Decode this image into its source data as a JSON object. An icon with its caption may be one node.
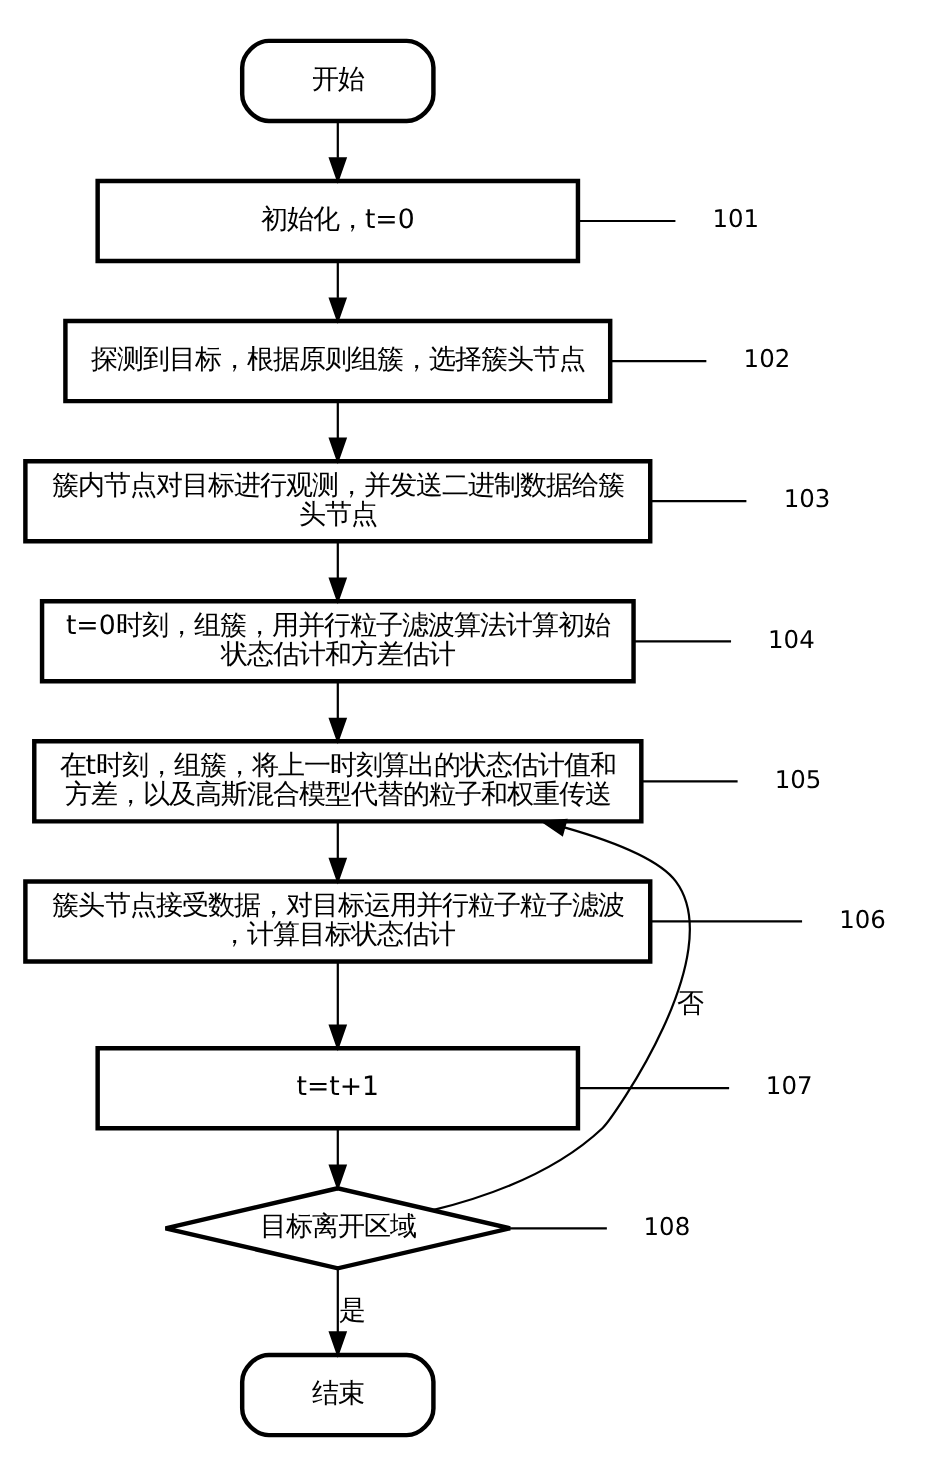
{
  "diagram": {
    "nodes": [
      {
        "text": [
          "开始"
        ]
      },
      {
        "text": [
          "初始化，t=0"
        ]
      },
      {
        "text": [
          "探测到目标，根据原则组簇，选择簇头节点"
        ]
      },
      {
        "text": [
          "簇内节点对目标进行观测，并发送二进制数据给簇头节点"
        ]
      },
      {
        "text": [
          "t=0时刻，组簇，用并行粒子滤波算法计算初始状态估计和方差估计"
        ]
      },
      {
        "text": [
          "在t时刻，组簇，将上一时刻算出的状态估计值和方差，以及高斯混合模型代替的粒子和权重传送"
        ]
      },
      {
        "text": [
          "簇头节点接受数据，对目标运用并行粒子粒子滤波，计算目标状态估计"
        ]
      },
      {
        "text": [
          "t=t+1"
        ]
      },
      {
        "text": [
          "目标离开区域"
        ]
      },
      {
        "text": [
          "结束"
        ]
      },
      {
        "text": [
          "101"
        ]
      },
      {
        "text": [
          "102"
        ]
      },
      {
        "text": [
          "103"
        ]
      },
      {
        "text": [
          "104"
        ]
      },
      {
        "text": [
          "105"
        ]
      },
      {
        "text": [
          "106"
        ]
      },
      {
        "text": [
          "107"
        ]
      },
      {
        "text": [
          "108"
        ]
      }
    ],
    "edges": [
      {
        "from": 0,
        "to": 1,
        "arrow": "to"
      },
      {
        "from": 1,
        "to": 2,
        "arrow": "to"
      },
      {
        "from": 2,
        "to": 3,
        "arrow": "to"
      },
      {
        "from": 3,
        "to": 4,
        "arrow": "to"
      },
      {
        "from": 4,
        "to": 5,
        "arrow": "to"
      },
      {
        "from": 5,
        "to": 6,
        "arrow": "to"
      },
      {
        "from": 6,
        "to": 7,
        "arrow": "to"
      },
      {
        "from": 7,
        "to": 8,
        "arrow": "to"
      },
      {
        "from": 8,
        "to": 5,
        "arrow": "to",
        "label": "否"
      },
      {
        "from": 8,
        "to": 9,
        "arrow": "to",
        "label": "是"
      },
      {
        "from": 10,
        "to": 1,
        "arrow": "none"
      },
      {
        "from": 11,
        "to": 2,
        "arrow": "none"
      },
      {
        "from": 12,
        "to": 3,
        "arrow": "none"
      },
      {
        "from": 13,
        "to": 4,
        "arrow": "none"
      },
      {
        "from": 14,
        "to": 5,
        "arrow": "none"
      },
      {
        "from": 15,
        "to": 6,
        "arrow": "none"
      },
      {
        "from": 16,
        "to": 7,
        "arrow": "none"
      },
      {
        "from": 17,
        "to": 8,
        "arrow": "none"
      }
    ]
  }
}
